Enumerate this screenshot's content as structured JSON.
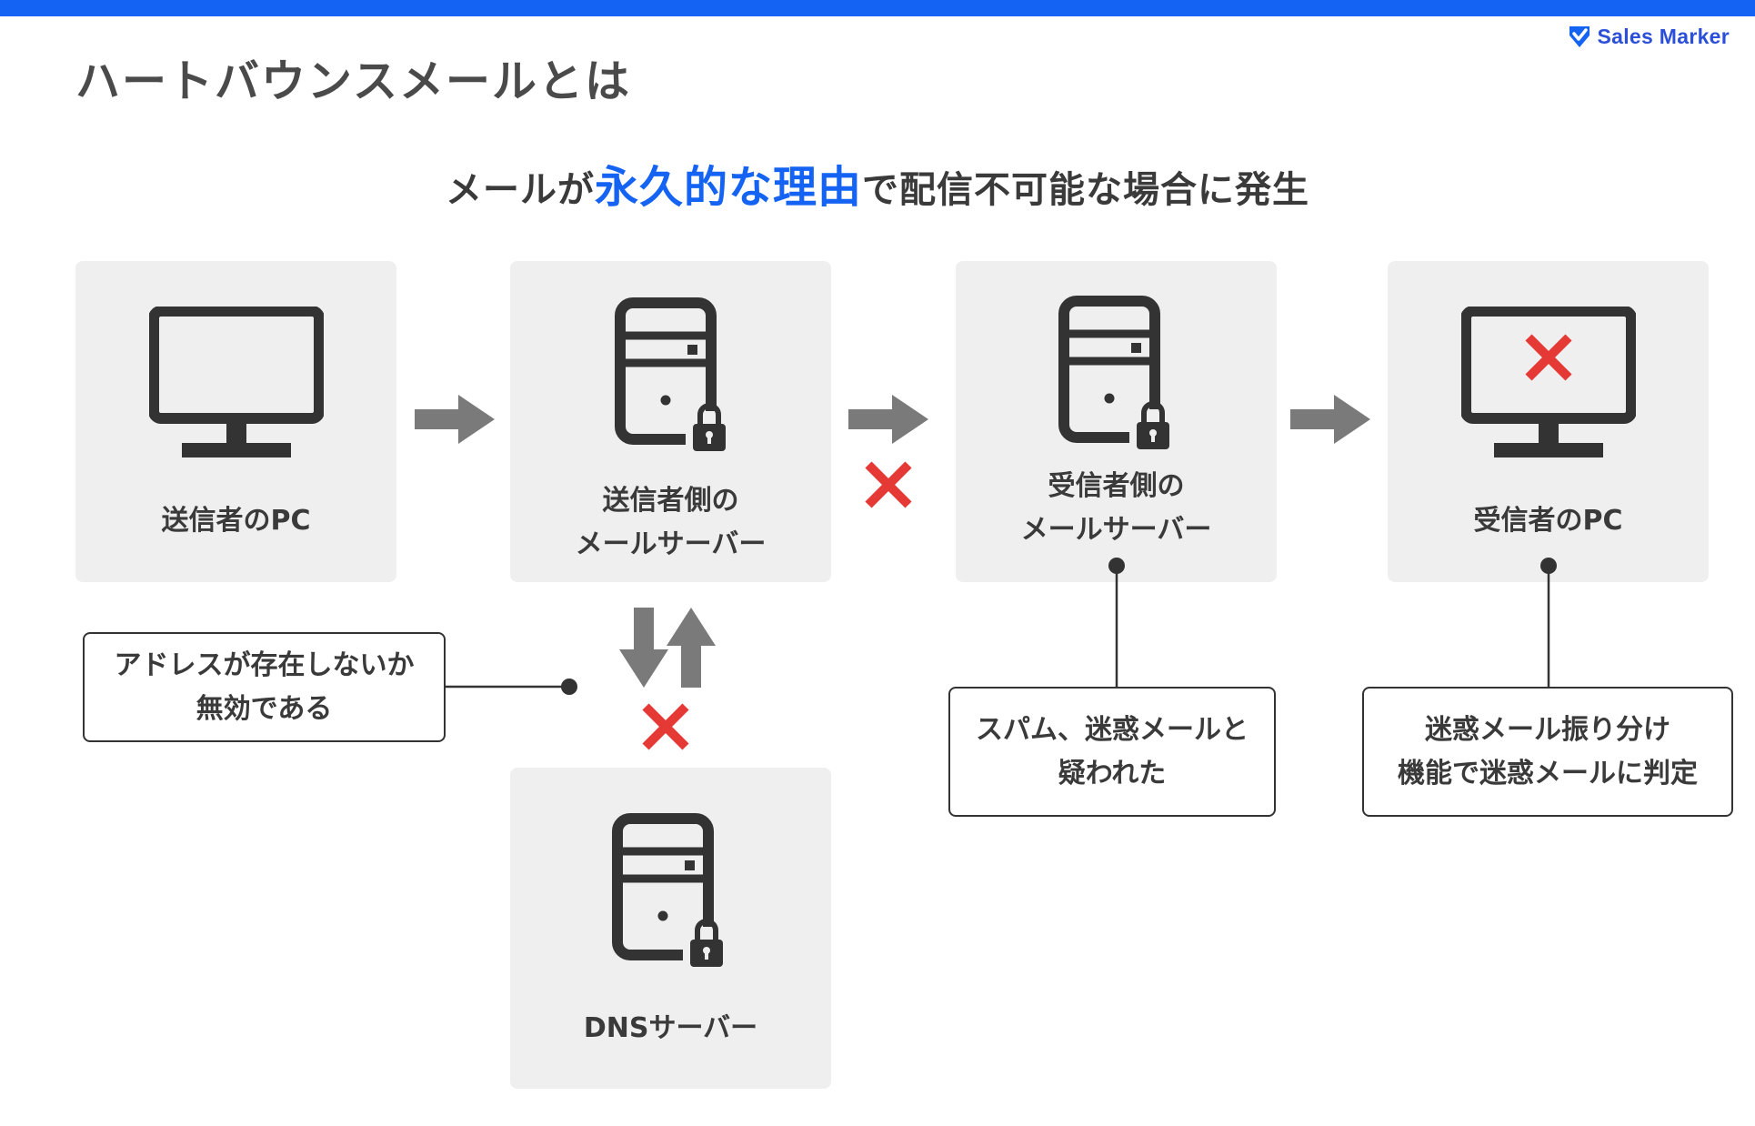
{
  "header": {
    "logo_text": "Sales Marker",
    "title": "ハートバウンスメールとは"
  },
  "subtitle": {
    "pre": "メールが",
    "highlight": "永久的な理由",
    "post": "で配信不可能な場合に発生"
  },
  "nodes": {
    "sender_pc": {
      "label": "送信者のPC"
    },
    "sender_server": {
      "line1": "送信者側の",
      "line2": "メールサーバー"
    },
    "receiver_server": {
      "line1": "受信者側の",
      "line2": "メールサーバー"
    },
    "receiver_pc": {
      "label": "受信者のPC"
    },
    "dns_server": {
      "label": "DNSサーバー"
    }
  },
  "notes": {
    "address": {
      "line1": "アドレスが存在しないか",
      "line2": "無効である"
    },
    "spam": {
      "line1": "スパム、迷惑メールと",
      "line2": "疑われた"
    },
    "filter": {
      "line1": "迷惑メール振り分け",
      "line2": "機能で迷惑メールに判定"
    }
  },
  "colors": {
    "accent": "#1463f3",
    "card_bg": "#efefef",
    "icon": "#333333",
    "arrow": "#7a7a7a",
    "fail_mark": "#e53935"
  }
}
